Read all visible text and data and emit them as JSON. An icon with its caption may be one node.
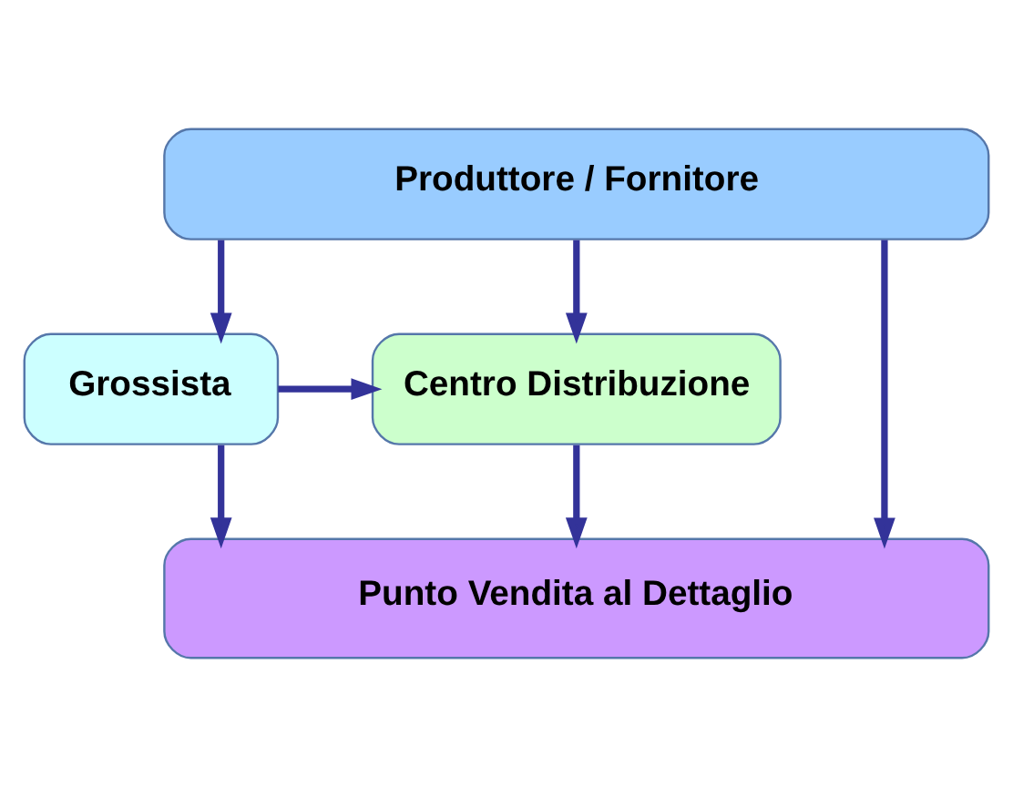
{
  "diagram": {
    "nodes": [
      {
        "text": [
          "Produttore / Fornitore"
        ]
      },
      {
        "text": [
          "Grossista"
        ]
      },
      {
        "text": [
          "Centro Distribuzione"
        ]
      },
      {
        "text": [
          "Punto Vendita al Dettaglio"
        ]
      }
    ],
    "edges": [
      {
        "from": 0,
        "to": 3,
        "arrow": "to"
      },
      {
        "from": 0,
        "to": 1,
        "arrow": "to"
      },
      {
        "from": 0,
        "to": 2,
        "arrow": "to"
      },
      {
        "from": 1,
        "to": 2,
        "arrow": "to"
      },
      {
        "from": 1,
        "to": 3,
        "arrow": "to"
      },
      {
        "from": 2,
        "to": 3,
        "arrow": "to"
      }
    ]
  }
}
